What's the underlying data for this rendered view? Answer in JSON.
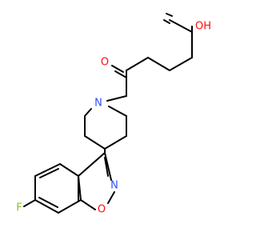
{
  "structure": {
    "atoms": {
      "oh": {
        "text": "OH",
        "color": "#ff0d0d"
      },
      "o_carbonyl": {
        "text": "O",
        "color": "#ff0d0d"
      },
      "n_piperidine": {
        "text": "N",
        "color": "#3050f8"
      },
      "n_isoxazole": {
        "text": "N",
        "color": "#3050f8"
      },
      "o_isoxazole": {
        "text": "O",
        "color": "#ff0d0d"
      },
      "f": {
        "text": "F",
        "color": "#8fbe2e"
      }
    }
  }
}
